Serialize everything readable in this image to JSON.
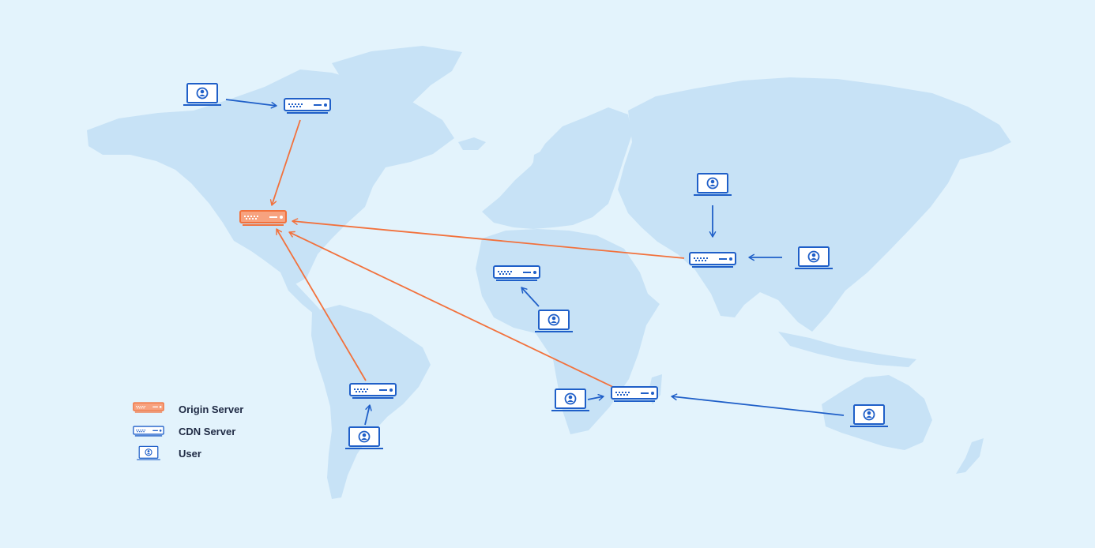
{
  "colors": {
    "background": "#e3f3fc",
    "land": "#c7e2f6",
    "origin": "#f2713c",
    "cdn": "#1f5fc8",
    "text": "#1f2a44"
  },
  "legend": {
    "origin_label": "Origin Server",
    "cdn_label": "CDN Server",
    "user_label": "User"
  },
  "icons": [
    "origin-server-icon",
    "cdn-server-icon",
    "user-laptop-icon"
  ],
  "nodes": {
    "origin": [
      "origin-server-north-america"
    ],
    "cdn": [
      "cdn-server-canada",
      "cdn-server-west-africa",
      "cdn-server-south-asia",
      "cdn-server-south-america",
      "cdn-server-southern-africa"
    ],
    "users": [
      "user-alaska",
      "user-central-asia",
      "user-east-asia",
      "user-west-africa",
      "user-south-america",
      "user-southern-africa",
      "user-australia"
    ]
  },
  "connections": {
    "user_to_cdn": [
      [
        "user-alaska",
        "cdn-server-canada"
      ],
      [
        "user-central-asia",
        "cdn-server-south-asia"
      ],
      [
        "user-east-asia",
        "cdn-server-south-asia"
      ],
      [
        "user-west-africa",
        "cdn-server-west-africa"
      ],
      [
        "user-south-america",
        "cdn-server-south-america"
      ],
      [
        "user-southern-africa",
        "cdn-server-southern-africa"
      ],
      [
        "user-australia",
        "cdn-server-southern-africa"
      ]
    ],
    "cdn_to_origin": [
      [
        "cdn-server-canada",
        "origin-server-north-america"
      ],
      [
        "cdn-server-south-asia",
        "origin-server-north-america"
      ],
      [
        "cdn-server-south-america",
        "origin-server-north-america"
      ],
      [
        "cdn-server-southern-africa",
        "origin-server-north-america"
      ]
    ]
  }
}
